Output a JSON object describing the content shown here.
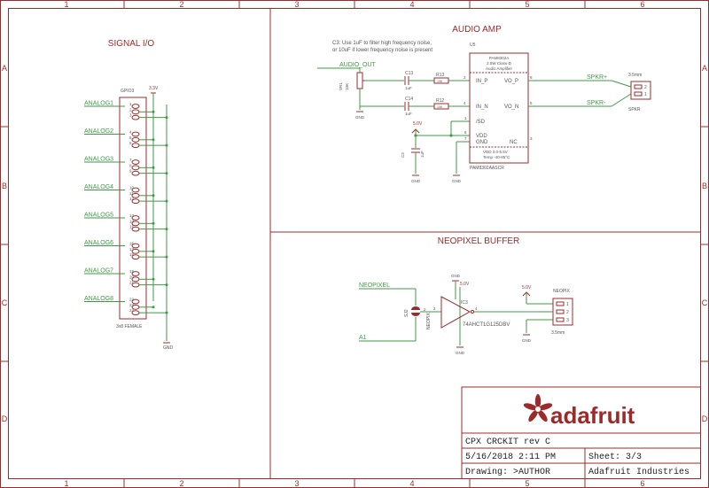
{
  "frame": {
    "columns": [
      "1",
      "2",
      "3",
      "4",
      "5",
      "6"
    ],
    "rows": [
      "A",
      "B",
      "C",
      "D"
    ]
  },
  "signal_io": {
    "title": "SIGNAL I/O",
    "header_ref": "GPIO3",
    "header_value": "3x8 FEMALE",
    "power_label": "3.3V",
    "gnd_label": "GND",
    "signals": [
      "ANALOG1",
      "ANALOG2",
      "ANALOG3",
      "ANALOG4",
      "ANALOG5",
      "ANALOG6",
      "ANALOG7",
      "ANALOG8"
    ],
    "pins": [
      "1",
      "2",
      "3",
      "4",
      "5",
      "6",
      "7",
      "8",
      "9",
      "10",
      "11",
      "12",
      "13",
      "14",
      "15",
      "16",
      "17",
      "18",
      "19",
      "20",
      "21",
      "22",
      "23",
      "24"
    ]
  },
  "audio_amp": {
    "title": "AUDIO AMP",
    "note_line1": "C3: Use 1uF to filter high frequency noise,",
    "note_line2": "or 10uF if lower frequency noise is present",
    "input_net": "AUDIO_OUT",
    "pot_ref": "VR1",
    "pot_value": "10K",
    "gnd": "GND",
    "c13_ref": "C13",
    "c13_value": "1uF",
    "c14_ref": "C14",
    "c14_value": "1uF",
    "r13_ref": "R13",
    "r13_value": "10K",
    "r12_ref": "R12",
    "r12_value": "10K",
    "c3_ref": "C3",
    "c3_value": "1uF",
    "supply": "5.0V",
    "ic_ref": "U5",
    "ic_header1": "PAM8302A",
    "ic_header2": "2.5W Class-D",
    "ic_header3": "Audio Amplifier",
    "pin_in_p": "IN_P",
    "pin_in_n": "IN_N",
    "pin_sd": "/SD",
    "pin_vdd": "VDD",
    "pin_gnd": "GND",
    "pin_nc": "NC",
    "pin_vo_p": "VO_P",
    "pin_vo_n": "VO_N",
    "pin_num_2": "2",
    "pin_num_4": "4",
    "pin_num_1": "1",
    "pin_num_6": "6",
    "pin_num_7": "7",
    "pin_num_3": "3",
    "pin_num_8": "8",
    "pin_num_5": "5",
    "ic_footer1": "VDD    2.0-5.5V",
    "ic_footer2": "Temp    -40-85°C",
    "ic_part": "PAM8302AASCR",
    "spk_plus": "SPKR+",
    "spk_minus": "SPKR-",
    "conn_value": "3.5mm",
    "conn_ref": "SPKR",
    "conn_pin2": "2",
    "conn_pin1": "1"
  },
  "neopixel": {
    "title": "NEOPIXEL BUFFER",
    "net_in": "NEOPIXEL",
    "net_a1": "A1",
    "jumper_ref": "SJ2",
    "jumper_sub": "NEOPIX",
    "jp_pin2": "2",
    "jp_pin1": "1",
    "gnd": "GND",
    "supply": "5.0V",
    "buffer_ref": "IC3",
    "buffer_pin2": "2",
    "buffer_pin4": "4",
    "buffer_part": "74AHCT1G125DBV",
    "out_supply": "5.0V",
    "conn_ref": "NEOPIX",
    "conn_value": "3.5mm",
    "conn_pin1": "1",
    "conn_pin2": "2",
    "conn_pin3": "3"
  },
  "title_block": {
    "brand": "adafruit",
    "project": "CPX CRCKIT rev C",
    "date": "5/16/2018 2:11 PM",
    "sheet": "Sheet: 3/3",
    "drawing": "Drawing: >AUTHOR",
    "company": "Adafruit Industries"
  },
  "colors": {
    "frame": "#9b2b2b",
    "net": "#3f9a45"
  }
}
